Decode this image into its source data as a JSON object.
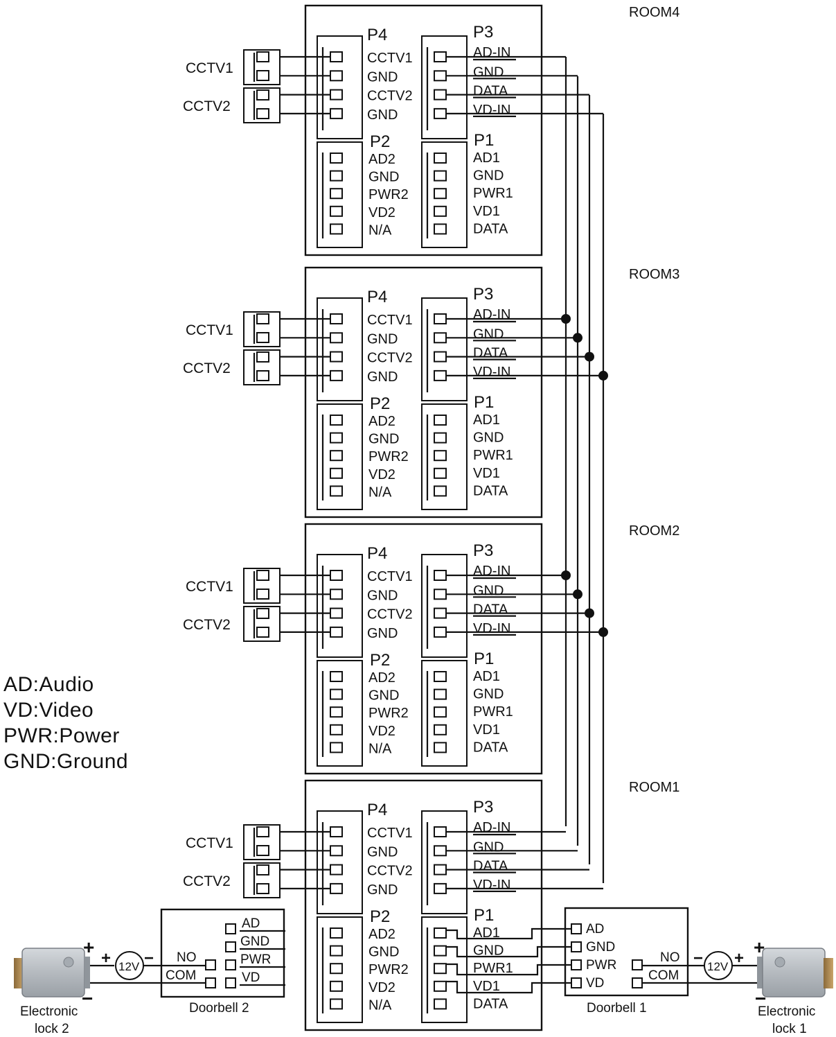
{
  "rooms": [
    {
      "label": "ROOM4",
      "p4": {
        "label": "P4",
        "pins": [
          "CCTV1",
          "GND",
          "CCTV2",
          "GND"
        ]
      },
      "p3": {
        "label": "P3",
        "pins": [
          "AD-IN",
          "GND",
          "DATA",
          "VD-IN"
        ]
      },
      "p2": {
        "label": "P2",
        "pins": [
          "AD2",
          "GND",
          "PWR2",
          "VD2",
          "N/A"
        ]
      },
      "p1": {
        "label": "P1",
        "pins": [
          "AD1",
          "GND",
          "PWR1",
          "VD1",
          "DATA"
        ]
      },
      "cctv": [
        "CCTV1",
        "CCTV2"
      ]
    },
    {
      "label": "ROOM3",
      "p4": {
        "label": "P4",
        "pins": [
          "CCTV1",
          "GND",
          "CCTV2",
          "GND"
        ]
      },
      "p3": {
        "label": "P3",
        "pins": [
          "AD-IN",
          "GND",
          "DATA",
          "VD-IN"
        ]
      },
      "p2": {
        "label": "P2",
        "pins": [
          "AD2",
          "GND",
          "PWR2",
          "VD2",
          "N/A"
        ]
      },
      "p1": {
        "label": "P1",
        "pins": [
          "AD1",
          "GND",
          "PWR1",
          "VD1",
          "DATA"
        ]
      },
      "cctv": [
        "CCTV1",
        "CCTV2"
      ]
    },
    {
      "label": "ROOM2",
      "p4": {
        "label": "P4",
        "pins": [
          "CCTV1",
          "GND",
          "CCTV2",
          "GND"
        ]
      },
      "p3": {
        "label": "P3",
        "pins": [
          "AD-IN",
          "GND",
          "DATA",
          "VD-IN"
        ]
      },
      "p2": {
        "label": "P2",
        "pins": [
          "AD2",
          "GND",
          "PWR2",
          "VD2",
          "N/A"
        ]
      },
      "p1": {
        "label": "P1",
        "pins": [
          "AD1",
          "GND",
          "PWR1",
          "VD1",
          "DATA"
        ]
      },
      "cctv": [
        "CCTV1",
        "CCTV2"
      ]
    },
    {
      "label": "ROOM1",
      "p4": {
        "label": "P4",
        "pins": [
          "CCTV1",
          "GND",
          "CCTV2",
          "GND"
        ]
      },
      "p3": {
        "label": "P3",
        "pins": [
          "AD-IN",
          "GND",
          "DATA",
          "VD-IN"
        ]
      },
      "p2": {
        "label": "P2",
        "pins": [
          "AD2",
          "GND",
          "PWR2",
          "VD2",
          "N/A"
        ]
      },
      "p1": {
        "label": "P1",
        "pins": [
          "AD1",
          "GND",
          "PWR1",
          "VD1",
          "DATA"
        ]
      },
      "cctv": [
        "CCTV1",
        "CCTV2"
      ]
    }
  ],
  "legend": [
    "AD:Audio",
    "VD:Video",
    "PWR:Power",
    "GND:Ground"
  ],
  "doorbell2": {
    "label": "Doorbell 2",
    "pins": [
      "AD",
      "GND",
      "PWR",
      "VD"
    ],
    "relay": [
      "NO",
      "COM"
    ]
  },
  "doorbell1": {
    "label": "Doorbell 1",
    "pins": [
      "AD",
      "GND",
      "PWR",
      "VD"
    ],
    "relay": [
      "NO",
      "COM"
    ]
  },
  "supply_left": {
    "label": "12V",
    "plus": "+",
    "minus": "−"
  },
  "supply_right": {
    "label": "12V",
    "plus": "+",
    "minus": "−"
  },
  "lock_left": {
    "label_line1": "Electronic",
    "label_line2": "lock 2",
    "plus": "+",
    "minus": "−"
  },
  "lock_right": {
    "label_line1": "Electronic",
    "label_line2": "lock 1",
    "plus": "+",
    "minus": "−"
  }
}
